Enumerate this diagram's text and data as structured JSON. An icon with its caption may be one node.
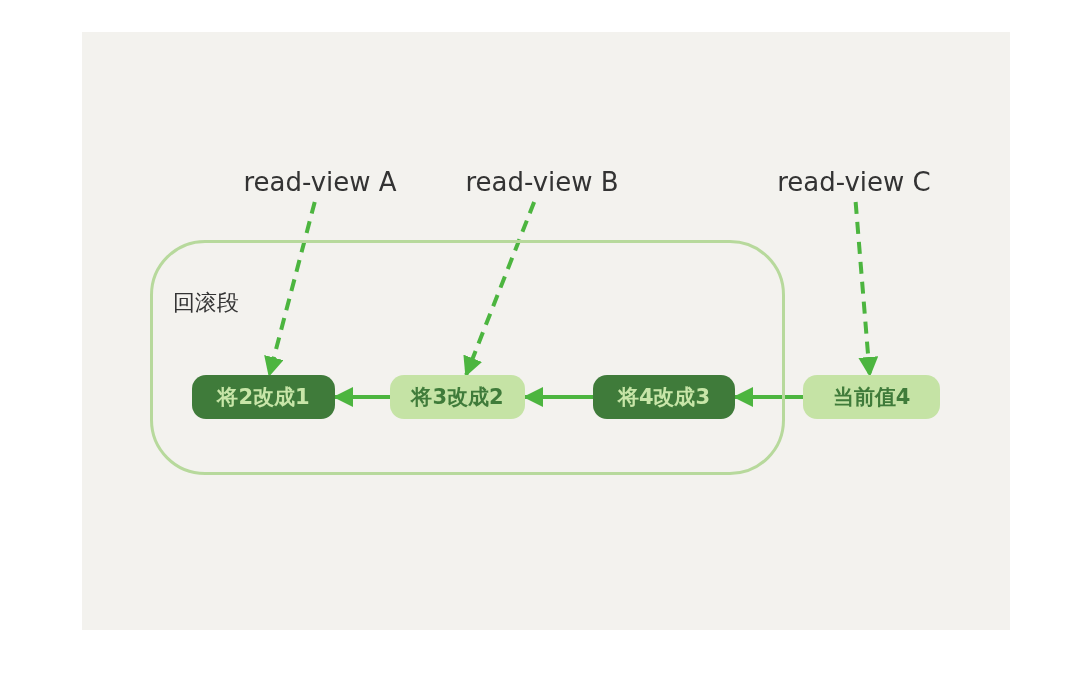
{
  "diagram": {
    "nodes": [
      {
        "text": [
          "回滚段"
        ]
      },
      {
        "text": [
          "将2改成1"
        ],
        "in": 0
      },
      {
        "text": [
          "将3改成2"
        ],
        "in": 0
      },
      {
        "text": [
          "将4改成3"
        ],
        "in": 0
      },
      {
        "text": [
          "当前值4"
        ]
      },
      {
        "text": [
          "read-view A"
        ]
      },
      {
        "text": [
          "read-view B"
        ]
      },
      {
        "text": [
          "read-view C"
        ]
      }
    ],
    "edges": [
      {
        "from": 4,
        "to": 3,
        "arrow": "to"
      },
      {
        "from": 3,
        "to": 2,
        "arrow": "to"
      },
      {
        "from": 2,
        "to": 1,
        "arrow": "to"
      },
      {
        "from": 5,
        "to": 1,
        "arrow": "to",
        "style": "dashed"
      },
      {
        "from": 6,
        "to": 2,
        "arrow": "to",
        "style": "dashed"
      },
      {
        "from": 7,
        "to": 4,
        "arrow": "to",
        "style": "dashed"
      }
    ]
  }
}
